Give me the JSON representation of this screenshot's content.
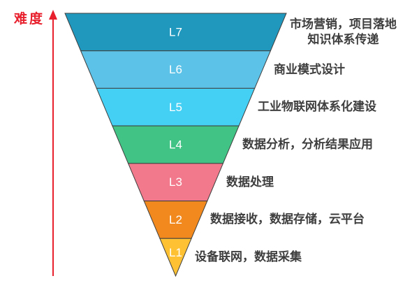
{
  "diagram": {
    "title_hint": "IoT skill difficulty funnel",
    "axis": {
      "label": "难度",
      "color": "#e8202d",
      "direction": "up"
    },
    "outline_color": "#3f3f3f",
    "segment_label_color": "#ffffff",
    "annotation_text_color": "#3e3e3e",
    "levels": [
      {
        "id": "L7",
        "color": "#2098be",
        "annotation": [
          "市场营销，项目落地",
          "知识体系传递"
        ]
      },
      {
        "id": "L6",
        "color": "#5cc2e7",
        "annotation": [
          "商业模式设计"
        ]
      },
      {
        "id": "L5",
        "color": "#44cff4",
        "annotation": [
          "工业物联网体系化建设"
        ]
      },
      {
        "id": "L4",
        "color": "#40c384",
        "annotation": [
          "数据分析，分析结果应用"
        ]
      },
      {
        "id": "L3",
        "color": "#f1798b",
        "annotation": [
          "数据处理"
        ]
      },
      {
        "id": "L2",
        "color": "#f1891e",
        "annotation": [
          "数据接收，数据存储，云平台"
        ]
      },
      {
        "id": "L1",
        "color": "#fdc133",
        "annotation": [
          "设备联网，数据采集"
        ]
      }
    ]
  }
}
